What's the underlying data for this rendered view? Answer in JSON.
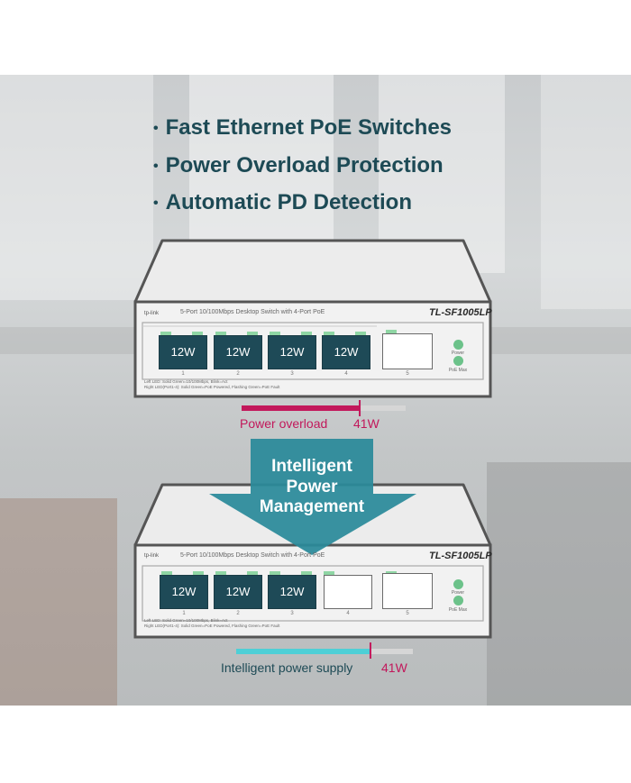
{
  "features": [
    "Fast Ethernet PoE Switches",
    "Power Overload Protection",
    "Automatic PD Detection"
  ],
  "colors": {
    "heading": "#1d4a55",
    "overload": "#c2185b",
    "intelligent": "#4ecfd6",
    "arrow": "#2a8a9a",
    "port_active": "#1e4a57",
    "led": "#8fd6a4"
  },
  "switch": {
    "brand": "tp-link",
    "description": "5-Port 10/100Mbps Desktop Switch with 4-Port PoE",
    "model": "TL-SF1005LP",
    "legend_left": "Left LED: Solid Green=10/100Mbps, Blink=Act",
    "legend_right": "Right LED(Port1-4): Solid Green=PoE Powered, Flashing Green=PoE Fault",
    "led_labels": [
      "Power",
      "PoE Max"
    ],
    "port_numbers": [
      "1",
      "2",
      "3",
      "4",
      "5"
    ]
  },
  "top_switch": {
    "ports": [
      "12W",
      "12W",
      "12W",
      "12W",
      ""
    ],
    "active_ports": 4
  },
  "bottom_switch": {
    "ports": [
      "12W",
      "12W",
      "12W",
      "",
      ""
    ],
    "active_ports": 3
  },
  "overload": {
    "label": "Power overload",
    "value": "41W",
    "fill_fraction": 0.72
  },
  "arrow": {
    "lines": [
      "Intelligent",
      "Power",
      "Management"
    ]
  },
  "supply": {
    "label": "Intelligent power supply",
    "value": "41W",
    "fill_fraction": 0.76
  }
}
